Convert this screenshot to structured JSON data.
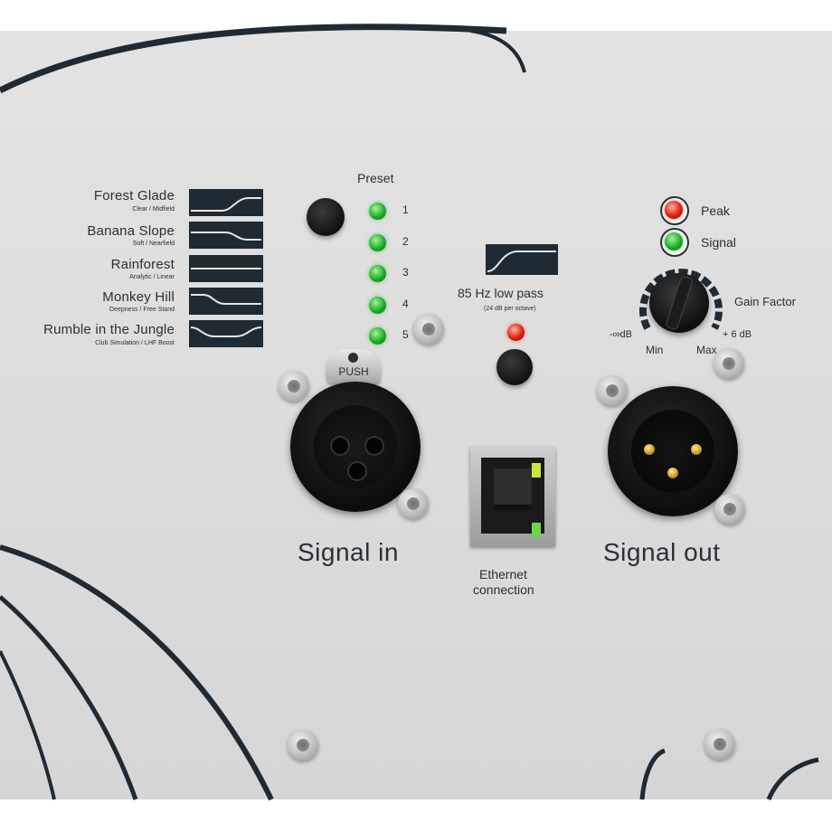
{
  "presets": {
    "title": "Preset",
    "items": [
      {
        "name": "Forest Glade",
        "sub": "Clear / Midfield",
        "number": "1"
      },
      {
        "name": "Banana Slope",
        "sub": "Soft / Nearfield",
        "number": "2"
      },
      {
        "name": "Rainforest",
        "sub": "Analytic / Linear",
        "number": "3"
      },
      {
        "name": "Monkey Hill",
        "sub": "Deepness / Free Stand",
        "number": "4"
      },
      {
        "name": "Rumble in the Jungle",
        "sub": "Club Simulation / LHF Boost",
        "number": "5"
      }
    ]
  },
  "lowpass": {
    "label": "85 Hz low pass",
    "sub": "(24 dB per octave)"
  },
  "indicators": {
    "peak": "Peak",
    "signal": "Signal"
  },
  "gain": {
    "label": "Gain Factor",
    "min_db": "-∞dB",
    "max_db": "+ 6 dB",
    "min": "Min",
    "max": "Max"
  },
  "xlr_in": {
    "push": "PUSH",
    "label": "Signal in"
  },
  "xlr_out": {
    "label": "Signal out"
  },
  "ethernet": {
    "label_line1": "Ethernet",
    "label_line2": "connection"
  },
  "colors": {
    "panel": "#dcdcdc",
    "ink": "#2a3036",
    "led_green": "#1cae25",
    "led_red": "#e01e12"
  }
}
